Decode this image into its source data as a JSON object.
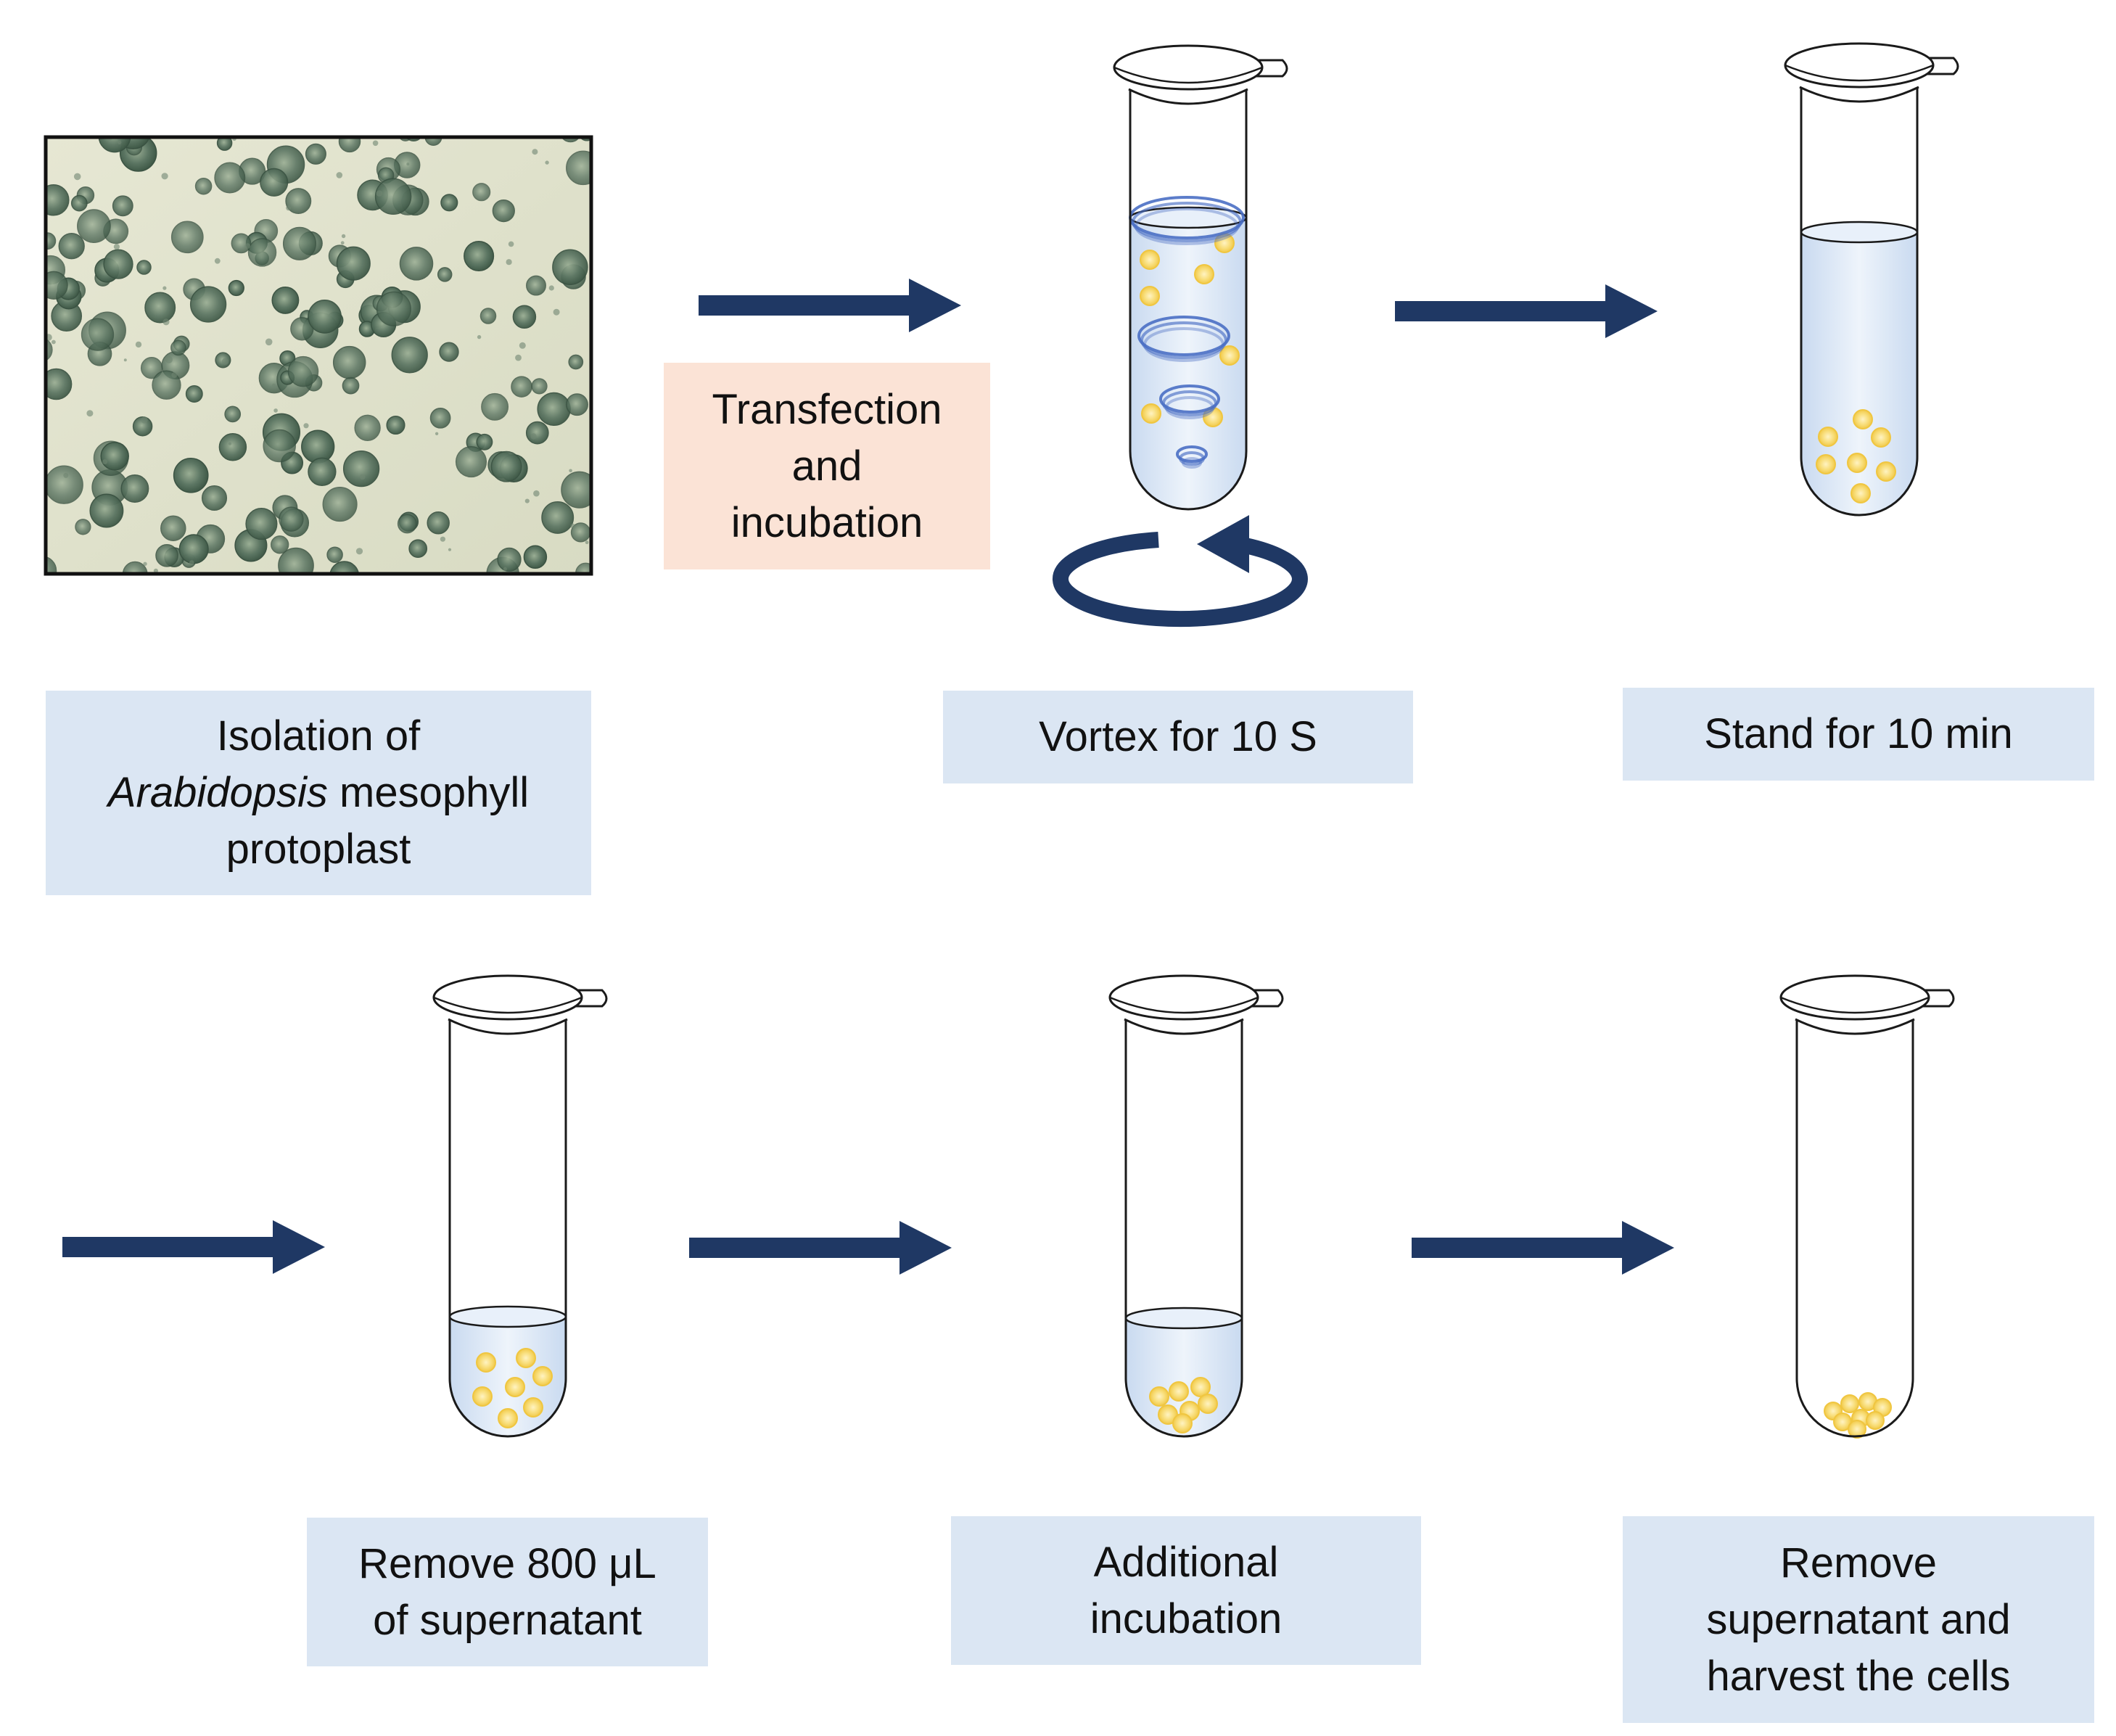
{
  "steps": {
    "isolation": {
      "line1": "Isolation of",
      "line2_italic": "Arabidopsis",
      "line2_rest": " mesophyll",
      "line3": "protoplast"
    },
    "transfection": {
      "line1": "Transfection",
      "line2": "and",
      "line3": "incubation"
    },
    "vortex": {
      "label": "Vortex for 10 S"
    },
    "stand": {
      "label": "Stand for 10 min"
    },
    "remove800": {
      "line1": "Remove 800 μL",
      "line2": "of supernatant"
    },
    "additional": {
      "line1": "Additional",
      "line2": "incubation"
    },
    "harvest": {
      "line1": "Remove",
      "line2": "supernatant and",
      "line3": "harvest the cells"
    }
  },
  "colors": {
    "arrow": "#1f3864",
    "label_box": "#dbe6f3",
    "transfection_box": "#fbe3d6",
    "liquid": "#dce8f6",
    "cells": "#f7d667",
    "swirl": "#4a6fc4"
  },
  "icons": {
    "micrograph": "protoplast-micrograph",
    "tube": "microcentrifuge-tube-icon",
    "rotation": "rotation-arrow-icon"
  }
}
